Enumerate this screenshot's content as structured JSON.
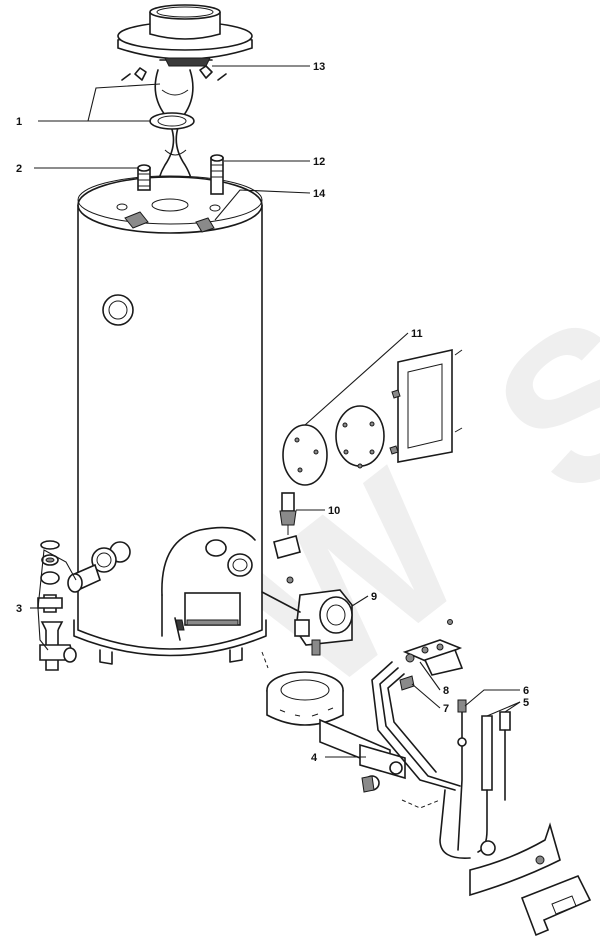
{
  "callouts": [
    {
      "id": "1",
      "label": "1"
    },
    {
      "id": "2",
      "label": "2"
    },
    {
      "id": "3",
      "label": "3"
    },
    {
      "id": "4",
      "label": "4"
    },
    {
      "id": "5",
      "label": "5"
    },
    {
      "id": "6",
      "label": "6"
    },
    {
      "id": "7",
      "label": "7"
    },
    {
      "id": "8",
      "label": "8"
    },
    {
      "id": "9",
      "label": "9"
    },
    {
      "id": "10",
      "label": "10"
    },
    {
      "id": "11",
      "label": "11"
    },
    {
      "id": "12",
      "label": "12"
    },
    {
      "id": "13",
      "label": "13"
    },
    {
      "id": "14",
      "label": "14"
    }
  ],
  "watermark": "W S O",
  "colors": {
    "line": "#1a1a1a",
    "watermark": "#ececec"
  }
}
